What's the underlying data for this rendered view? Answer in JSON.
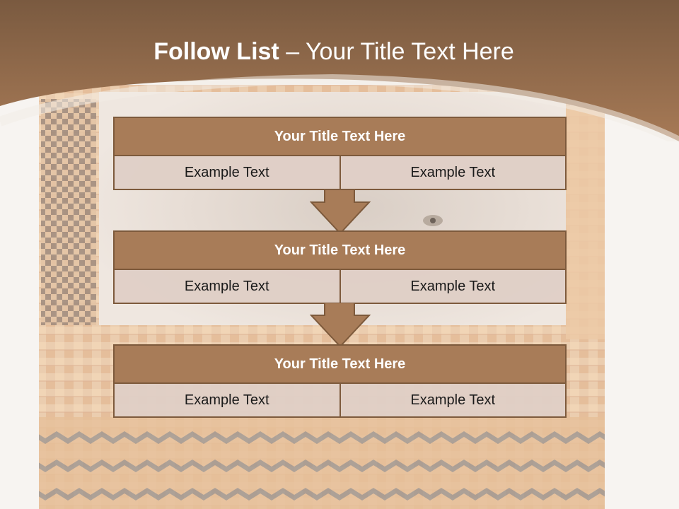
{
  "slide": {
    "title_bold": "Follow List",
    "title_rest": " – Your Title Text Here",
    "colors": {
      "header_brown": "#8b6445",
      "block_title_fill": "#a87c58",
      "block_border": "#7d5a3c",
      "cell_fill": "#dfcfc6",
      "background": "#f7f4f1"
    },
    "blocks": [
      {
        "title": "Your Title Text Here",
        "left": "Example Text",
        "right": "Example Text"
      },
      {
        "title": "Your Title Text Here",
        "left": "Example Text",
        "right": "Example Text"
      },
      {
        "title": "Your Title Text Here",
        "left": "Example Text",
        "right": "Example Text"
      }
    ]
  }
}
